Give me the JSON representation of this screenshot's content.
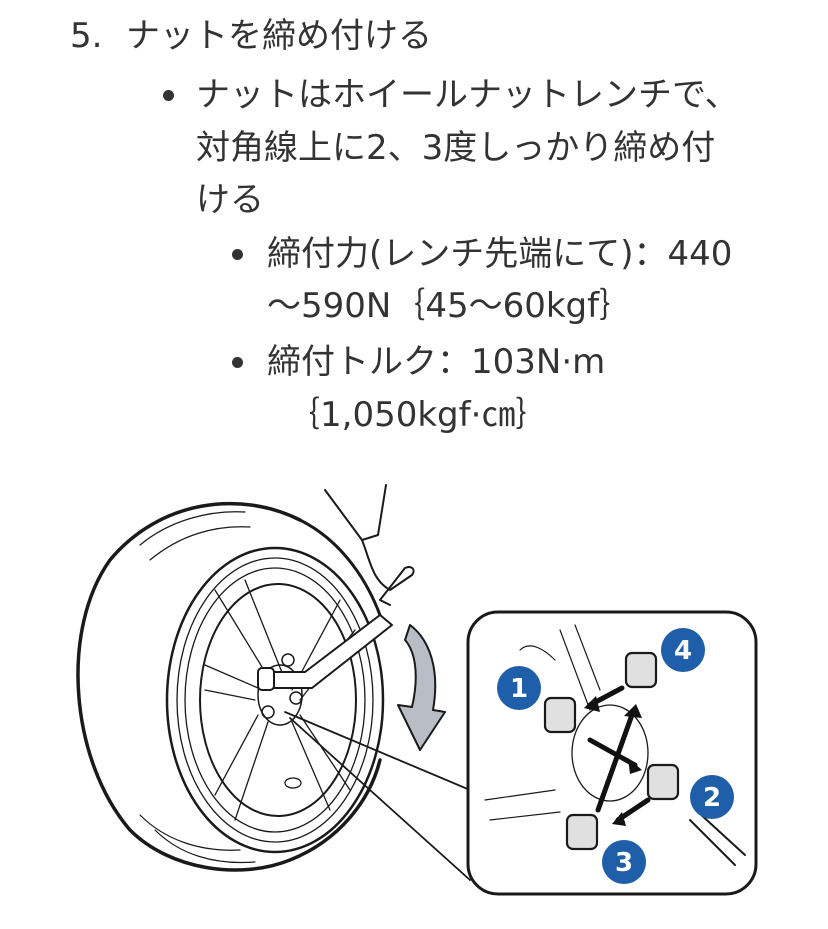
{
  "step": {
    "number": "5.",
    "title": "ナットを締め付ける"
  },
  "bullets": [
    {
      "lines": [
        "ナットはホイールナットレンチで、",
        "対角線上に2、3度しっかり締め付",
        "ける"
      ]
    }
  ],
  "sub_bullets": [
    {
      "lines": [
        "締付力(レンチ先端にて)：440",
        "〜590N｛45〜60kgf｝"
      ]
    },
    {
      "lines": [
        "締付トルク：103N·m",
        "｛1,050kgf·㎝｝"
      ]
    }
  ],
  "illustration": {
    "description": "wheel-nut-tightening-diagram",
    "nut_order_labels": [
      "1",
      "2",
      "3",
      "4"
    ],
    "badge_color": "#1f5ea8",
    "arrow_fill": "#b9bec6"
  }
}
